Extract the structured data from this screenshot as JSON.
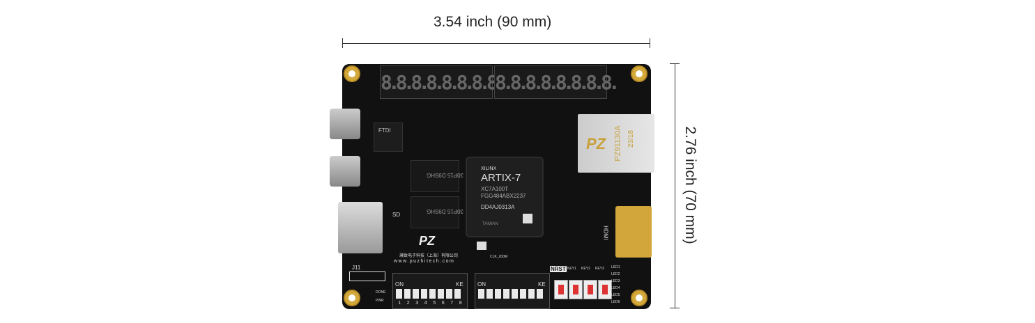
{
  "dimensions": {
    "width_label": "3.54 inch (90 mm)",
    "height_label": "2.76 inch (70 mm)"
  },
  "board": {
    "fpga": {
      "brand": "XILINX",
      "family": "ARTIX-7",
      "part": "XC7A100T",
      "package": "FGG484ABX2237",
      "lot": "DD4AJ0313A",
      "origin": "TAIWAN"
    },
    "ram_label": "30P15 D9SHG",
    "usb_chip": "FTDI",
    "ethernet_jack": {
      "model": "PZ91130A",
      "date": "23/18"
    },
    "logo": "PZ",
    "company": "璞致电子科技（上海）有限公司",
    "website": "www.puzhitech.com",
    "seven_segment_digits": "8.8.8.8.8.8.8.8.",
    "silk": {
      "j11": "J11",
      "done": "DONE",
      "pwr": "PWR",
      "nrst": "NRST",
      "keys": [
        "KEY1",
        "KEY2",
        "KEY3"
      ],
      "leds": [
        "LED1",
        "LED2",
        "LED3",
        "LED4",
        "LED5",
        "LED6"
      ],
      "dip_on": "ON",
      "dip_ke": "KE",
      "dip_numbers": [
        "1",
        "2",
        "3",
        "4",
        "5",
        "6",
        "7",
        "8"
      ],
      "sd": "SD",
      "hdmi": "HDMI",
      "clk": "CLK_200M"
    }
  }
}
